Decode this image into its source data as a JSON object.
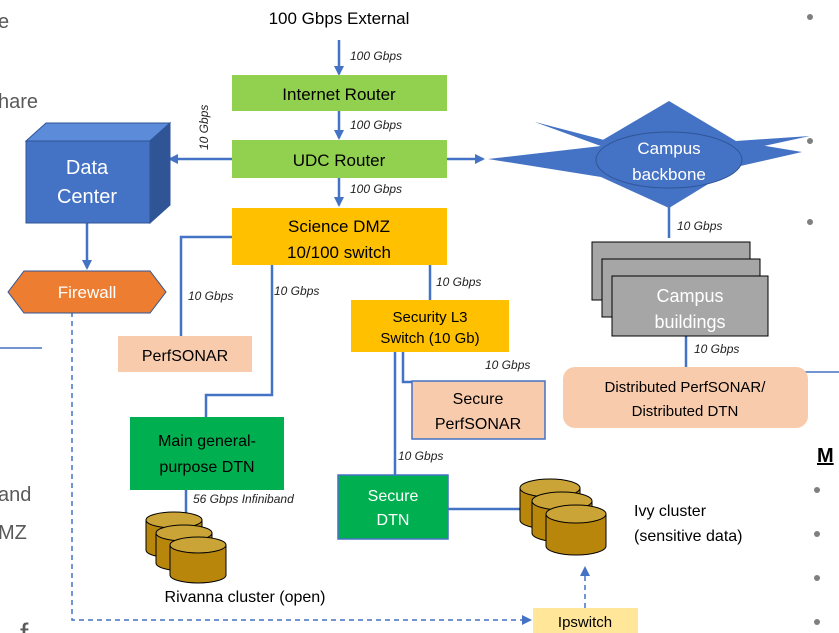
{
  "colors": {
    "green": "#92d050",
    "dark_green": "#00b050",
    "yellow": "#ffc000",
    "peach": "#f8cbad",
    "blue": "#4472c4",
    "line": "#4472c4",
    "orange": "#ed7d31",
    "gray": "#a6a6a6",
    "cylinder": "#b8860b"
  },
  "left_fragments": [
    "e",
    "hare",
    "and",
    "MZ",
    "f"
  ],
  "right_fragments": {
    "heading": "M"
  },
  "nodes": {
    "external": "100 Gbps External",
    "internet_router": "Internet Router",
    "udc_router": "UDC Router",
    "data_center": [
      "Data",
      "Center"
    ],
    "campus_backbone": [
      "Campus",
      "backbone"
    ],
    "science_dmz": [
      "Science DMZ",
      "10/100 switch"
    ],
    "firewall": "Firewall",
    "perfsonar": "PerfSONAR",
    "security_l3": [
      "Security L3",
      "Switch (10 Gb)"
    ],
    "secure_perfsonar": [
      "Secure",
      "PerfSONAR"
    ],
    "campus_buildings": [
      "Campus",
      "buildings"
    ],
    "distributed": [
      "Distributed PerfSONAR/",
      "Distributed DTN"
    ],
    "main_dtn": [
      "Main general-",
      "purpose DTN"
    ],
    "secure_dtn": [
      "Secure",
      "DTN"
    ],
    "ivy_cluster": [
      "Ivy cluster",
      "(sensitive data)"
    ],
    "rivanna": "Rivanna cluster (open)",
    "ipswitch": "Ipswitch"
  },
  "edge_labels": {
    "ext_to_internet": "100 Gbps",
    "internet_to_udc": "100 Gbps",
    "udc_to_dmz": "100 Gbps",
    "udc_to_datacenter": "10 Gbps",
    "backbone_to_buildings": "10 Gbps",
    "dmz_to_perfsonar": "10 Gbps",
    "dmz_to_dtn": "10 Gbps",
    "dmz_to_security": "10 Gbps",
    "security_to_secure_perfsonar": "10 Gbps",
    "security_to_secure_dtn": "10 Gbps",
    "buildings_to_distributed": "10 Gbps",
    "dtn_to_rivanna": "56 Gbps Infiniband"
  }
}
